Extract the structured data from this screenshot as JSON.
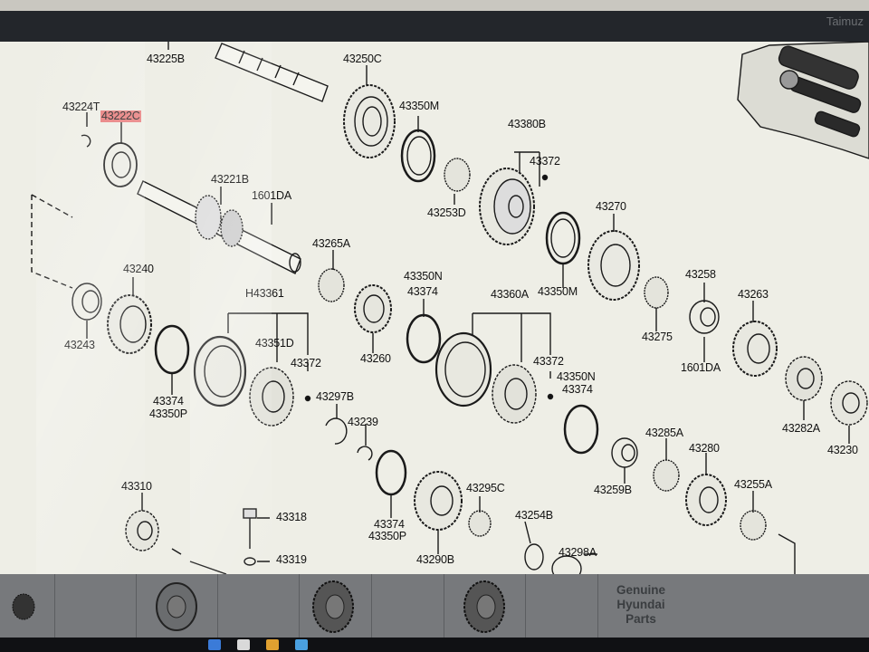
{
  "window": {
    "title": "Taimuz"
  },
  "parts": [
    {
      "id": "43225B",
      "highlighted": false
    },
    {
      "id": "43250C",
      "highlighted": false
    },
    {
      "id": "43224T",
      "highlighted": false
    },
    {
      "id": "43222C",
      "highlighted": true
    },
    {
      "id": "43350M",
      "highlighted": false
    },
    {
      "id": "43380B",
      "highlighted": false
    },
    {
      "id": "43372",
      "highlighted": false
    },
    {
      "id": "43221B",
      "highlighted": false
    },
    {
      "id": "1601DA",
      "highlighted": false
    },
    {
      "id": "43253D",
      "highlighted": false
    },
    {
      "id": "43270",
      "highlighted": false
    },
    {
      "id": "43265A",
      "highlighted": false
    },
    {
      "id": "43240",
      "highlighted": false
    },
    {
      "id": "43350N",
      "highlighted": false
    },
    {
      "id": "43374",
      "highlighted": false
    },
    {
      "id": "43360A",
      "highlighted": false
    },
    {
      "id": "43350M",
      "highlighted": false
    },
    {
      "id": "43258",
      "highlighted": false
    },
    {
      "id": "43263",
      "highlighted": false
    },
    {
      "id": "H43361",
      "highlighted": false
    },
    {
      "id": "43243",
      "highlighted": false
    },
    {
      "id": "43351D",
      "highlighted": false
    },
    {
      "id": "43260",
      "highlighted": false
    },
    {
      "id": "43372",
      "highlighted": false
    },
    {
      "id": "43372",
      "highlighted": false
    },
    {
      "id": "43275",
      "highlighted": false
    },
    {
      "id": "1601DA",
      "highlighted": false
    },
    {
      "id": "43350N",
      "highlighted": false
    },
    {
      "id": "43374",
      "highlighted": false
    },
    {
      "id": "43374",
      "highlighted": false
    },
    {
      "id": "43350P",
      "highlighted": false
    },
    {
      "id": "43297B",
      "highlighted": false
    },
    {
      "id": "43239",
      "highlighted": false
    },
    {
      "id": "43282A",
      "highlighted": false
    },
    {
      "id": "43230",
      "highlighted": false
    },
    {
      "id": "43285A",
      "highlighted": false
    },
    {
      "id": "43280",
      "highlighted": false
    },
    {
      "id": "43310",
      "highlighted": false
    },
    {
      "id": "43295C",
      "highlighted": false
    },
    {
      "id": "43259B",
      "highlighted": false
    },
    {
      "id": "43255A",
      "highlighted": false
    },
    {
      "id": "43318",
      "highlighted": false
    },
    {
      "id": "43254B",
      "highlighted": false
    },
    {
      "id": "43374",
      "highlighted": false
    },
    {
      "id": "43350P",
      "highlighted": false
    },
    {
      "id": "43319",
      "highlighted": false
    },
    {
      "id": "43290B",
      "highlighted": false
    },
    {
      "id": "43298A",
      "highlighted": false
    }
  ],
  "thumbnail_bar": {
    "label": "Genuine Hyundai Parts",
    "label_lines": [
      "Genuine",
      "Hyundai",
      "Parts"
    ]
  },
  "icons": [
    "gear-thumbnail-icon",
    "transmission-housing-icon"
  ],
  "colors": {
    "highlight": "#e77c7c",
    "background": "#eeeee6",
    "ink": "#111111"
  }
}
